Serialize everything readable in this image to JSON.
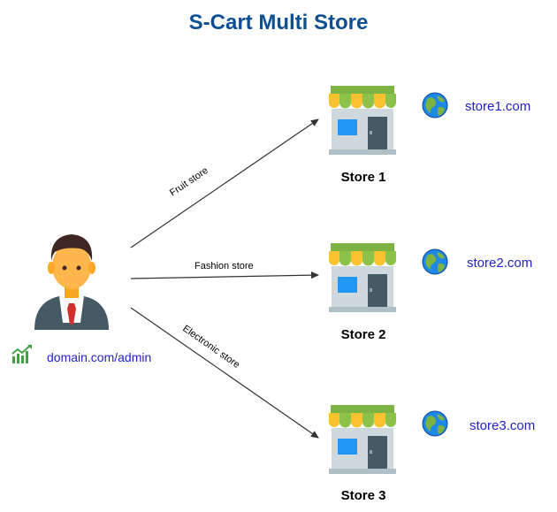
{
  "title": "S-Cart Multi Store",
  "admin": {
    "url": "domain.com/admin"
  },
  "stores": [
    {
      "label": "Store 1",
      "domain": "store1.com",
      "edge": "Fruit store"
    },
    {
      "label": "Store 2",
      "domain": "store2.com",
      "edge": "Fashion store"
    },
    {
      "label": "Store 3",
      "domain": "store3.com",
      "edge": "Electronic store"
    }
  ],
  "colors": {
    "title": "#0d4f91",
    "link": "#2222cc",
    "awning_green": "#8bc34a",
    "awning_yellow": "#f9c22e",
    "store_wall": "#cfd8dc",
    "door": "#455a64",
    "window": "#2196f3"
  },
  "icons": [
    "person-icon",
    "store-icon",
    "globe-icon",
    "chart-icon"
  ]
}
